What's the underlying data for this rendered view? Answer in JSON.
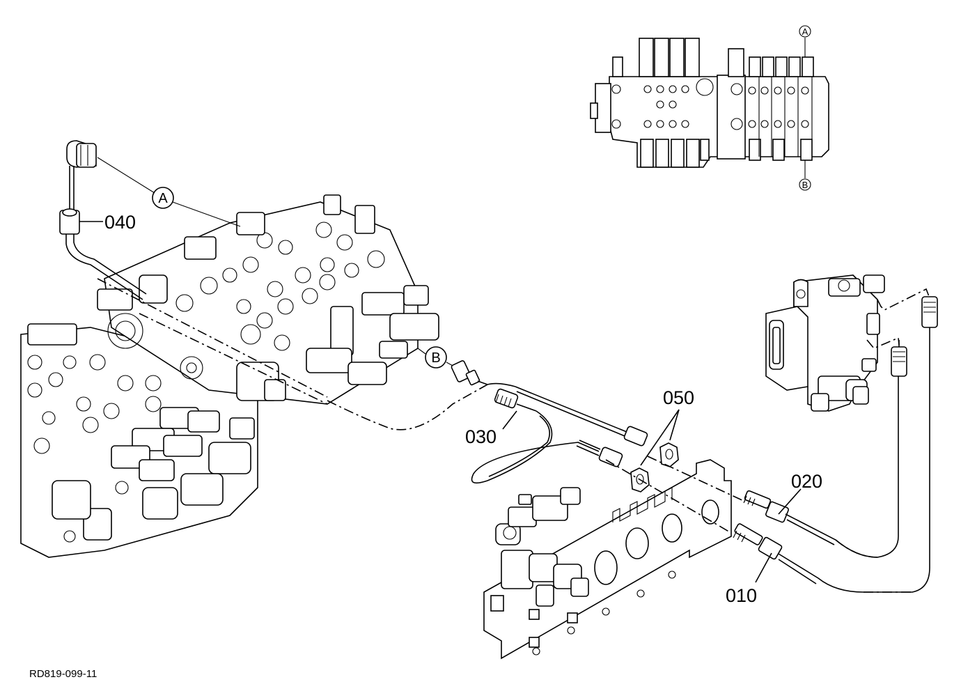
{
  "diagram": {
    "drawing_code": "RD819-099-11",
    "callouts": {
      "a": "A",
      "b": "B"
    },
    "parts": [
      {
        "number": "010"
      },
      {
        "number": "020"
      },
      {
        "number": "030"
      },
      {
        "number": "040"
      },
      {
        "number": "050"
      }
    ]
  }
}
